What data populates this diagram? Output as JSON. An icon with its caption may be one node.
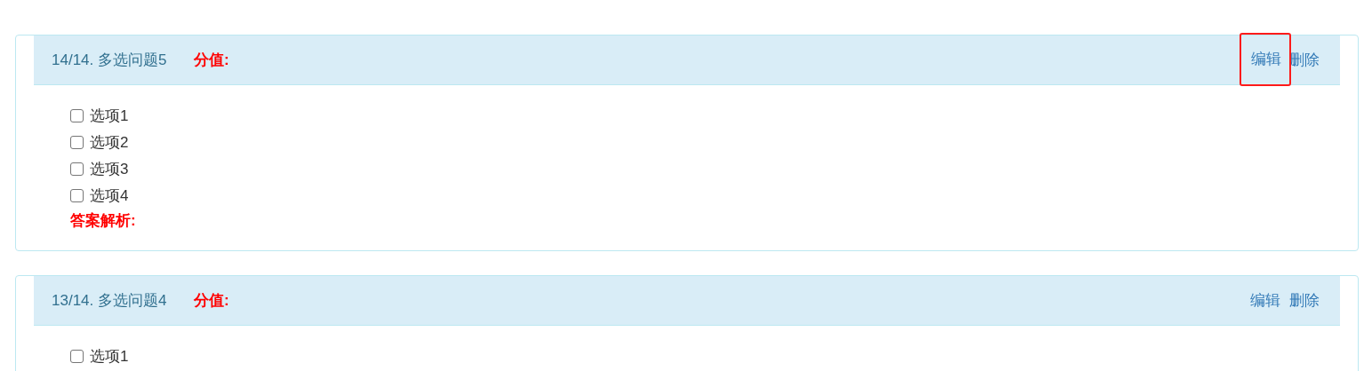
{
  "diagram": {
    "nodes": [
      {
        "text": [],
        "shape": "box"
      },
      {
        "text": [
          "14/14. 多选问题5",
          "分值:",
          "删除"
        ],
        "in": 0
      },
      {
        "text": [
          "编辑"
        ],
        "in": 1
      },
      {
        "text": [],
        "shape": "box"
      },
      {
        "text": [
          "13/14. 多选问题4",
          "分值:",
          "编辑",
          "删除"
        ],
        "in": 3
      }
    ],
    "labels": [
      "选项1",
      "选项2",
      "选项3",
      "选项4",
      "答案解析:",
      "选项1"
    ]
  }
}
